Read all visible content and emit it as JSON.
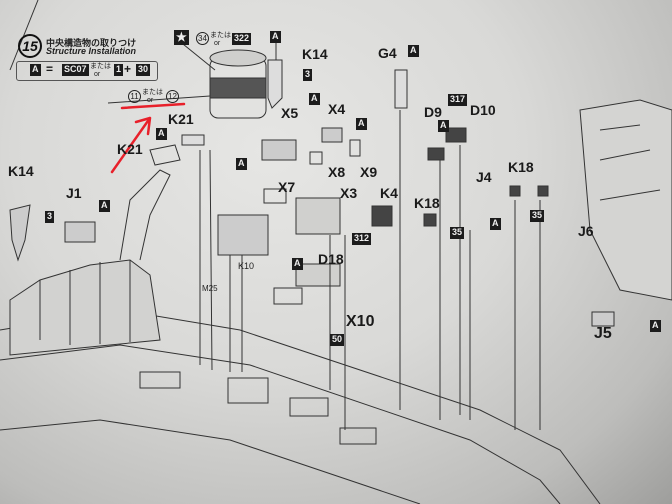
{
  "step": {
    "number": "15",
    "title_jp": "中央構造物の取りつけ",
    "title_en": "Structure Installation"
  },
  "legend": {
    "part": "A",
    "equals": "=",
    "option1": "SC07",
    "or_jp": "または",
    "or_en": "or",
    "option2a": "1",
    "plus": "+",
    "option2b": "30"
  },
  "star_callout": {
    "star": "★",
    "num1": "34",
    "or_jp": "または",
    "or_en": "or",
    "num2": "322"
  },
  "choice": {
    "num1": "11",
    "or_jp": "または",
    "or_en": "or",
    "num2": "12"
  },
  "labels": {
    "a": "A",
    "k14": "K14",
    "three": "3",
    "k21": "K21",
    "x5": "X5",
    "x4": "X4",
    "x8": "X8",
    "x9": "X9",
    "j1": "J1",
    "x7": "X7",
    "x3": "X3",
    "k4": "K4",
    "n312": "312",
    "d18": "D18",
    "k10": "K10",
    "m25": "M25",
    "x10": "X10",
    "n50": "50",
    "g4": "G4",
    "d9": "D9",
    "n317": "317",
    "d10": "D10",
    "k18": "K18",
    "n35": "35",
    "j4": "J4",
    "j6": "J6",
    "j5": "J5"
  },
  "colors": {
    "annotation": "#e8202a",
    "ink": "#1a1a1a",
    "paper": "#dcdcda"
  }
}
